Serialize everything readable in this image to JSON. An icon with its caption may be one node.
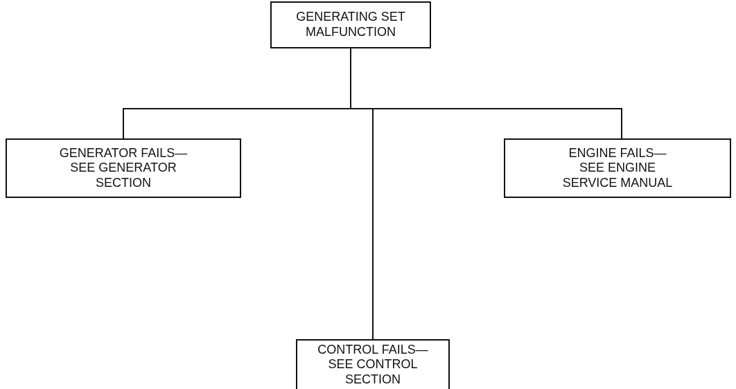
{
  "diagram": {
    "nodes": [
      {
        "text": [
          "GENERATING SET MALFUNCTION"
        ]
      },
      {
        "text": [
          "GENERATOR FAILS—SEE GENERATOR SECTION"
        ]
      },
      {
        "text": [
          "ENGINE FAILS—SEE ENGINE SERVICE MANUAL"
        ]
      },
      {
        "text": [
          "CONTROL FAILS—SEE CONTROL SECTION"
        ]
      }
    ],
    "edges": [
      {
        "from": 0,
        "to": 1,
        "arrow": "none"
      },
      {
        "from": 0,
        "to": 2,
        "arrow": "none"
      },
      {
        "from": 0,
        "to": 3,
        "arrow": "none"
      }
    ]
  }
}
